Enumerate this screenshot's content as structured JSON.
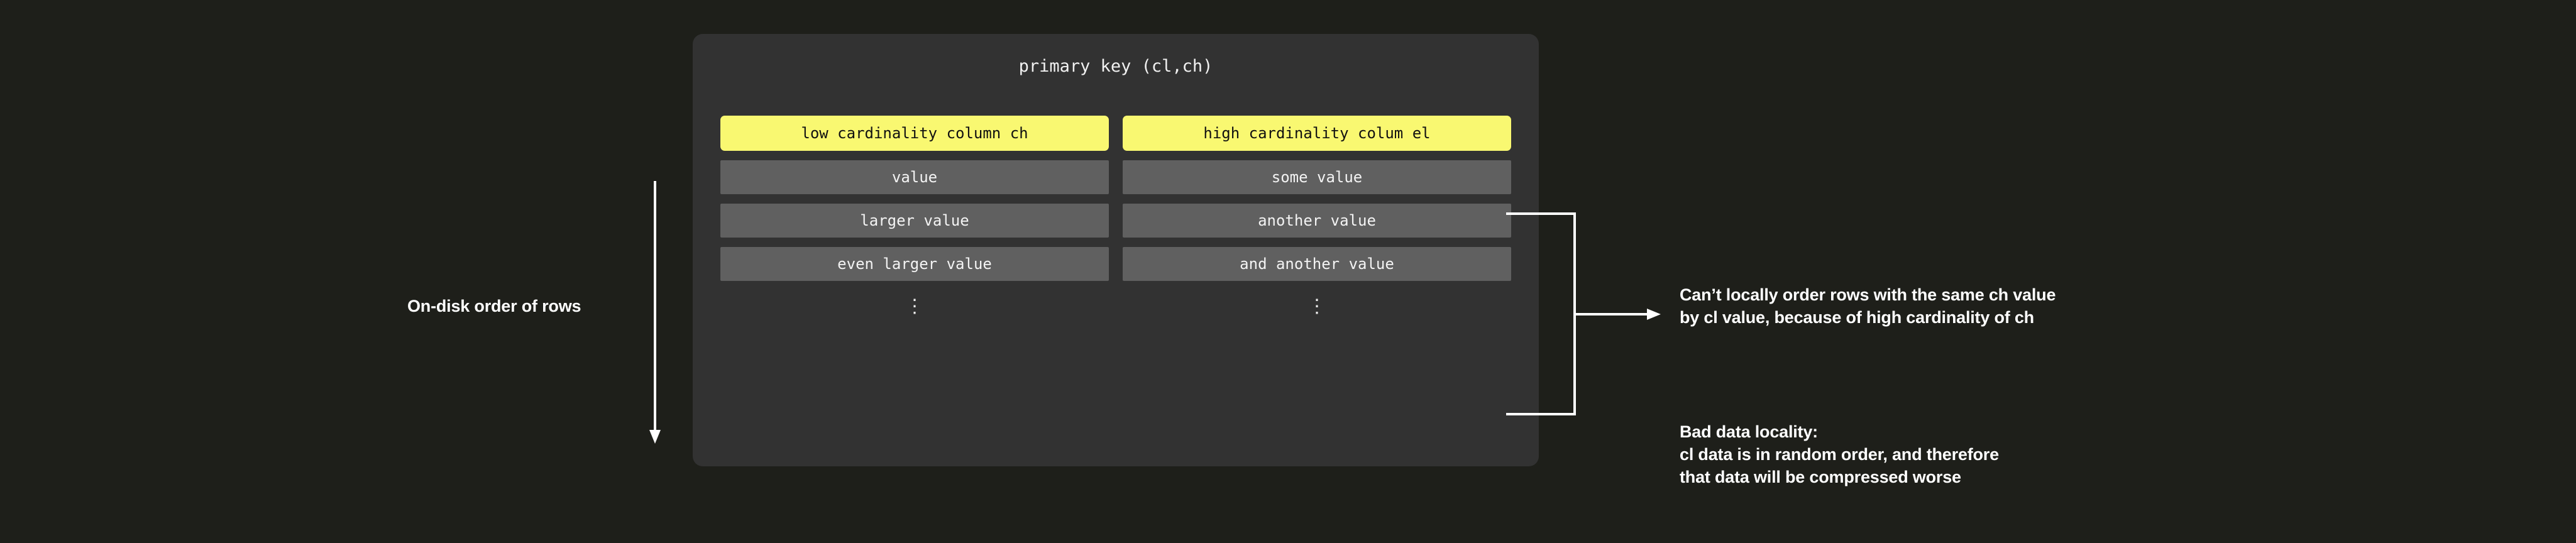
{
  "colors": {
    "page_background": "#1e1f1a",
    "card_background": "#323232",
    "header_accent": "#f9f871",
    "cell_background": "#606060",
    "text_primary": "#ffffff",
    "connector": "#ffffff"
  },
  "left_annotation": {
    "label": "On-disk order of rows",
    "arrow_icon": "arrow-down-icon"
  },
  "card": {
    "title": "primary key (cl,ch)",
    "columns": [
      {
        "header": "low cardinality column ch"
      },
      {
        "header": "high cardinality colum el"
      }
    ],
    "rows": [
      {
        "left": "value",
        "right": "some value"
      },
      {
        "left": "larger value",
        "right": "another value"
      },
      {
        "left": "even larger value",
        "right": "and another value"
      }
    ],
    "continuation": {
      "left": "⋮",
      "right": "⋮"
    }
  },
  "connectors": {
    "bracket_icon": "right-bracket-icon",
    "arrow_icon": "arrow-right-icon"
  },
  "notes": {
    "upper": {
      "line1": "Can’t locally order rows with the same ch value",
      "line2": "by cl value, because of high cardinality of ch"
    },
    "lower": {
      "line1": "Bad data locality:",
      "line2": "cl data is in random order, and therefore",
      "line3": "that data will be compressed worse"
    }
  }
}
